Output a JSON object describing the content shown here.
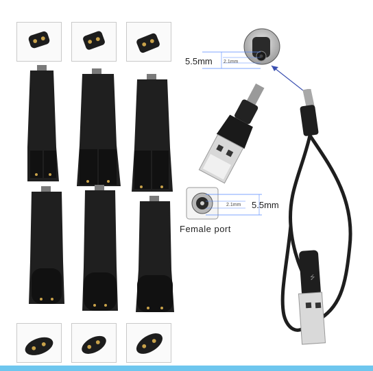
{
  "top_dimension": {
    "outer": "5.5mm",
    "inner": "2.1mm"
  },
  "port_dimension": {
    "outer": "5.5mm",
    "inner": "2.1mm"
  },
  "port_caption": "Female port",
  "colors": {
    "accent_bar": "#6ec6ee",
    "arrow": "#3a4fb0",
    "device": "#1e1e1e"
  }
}
